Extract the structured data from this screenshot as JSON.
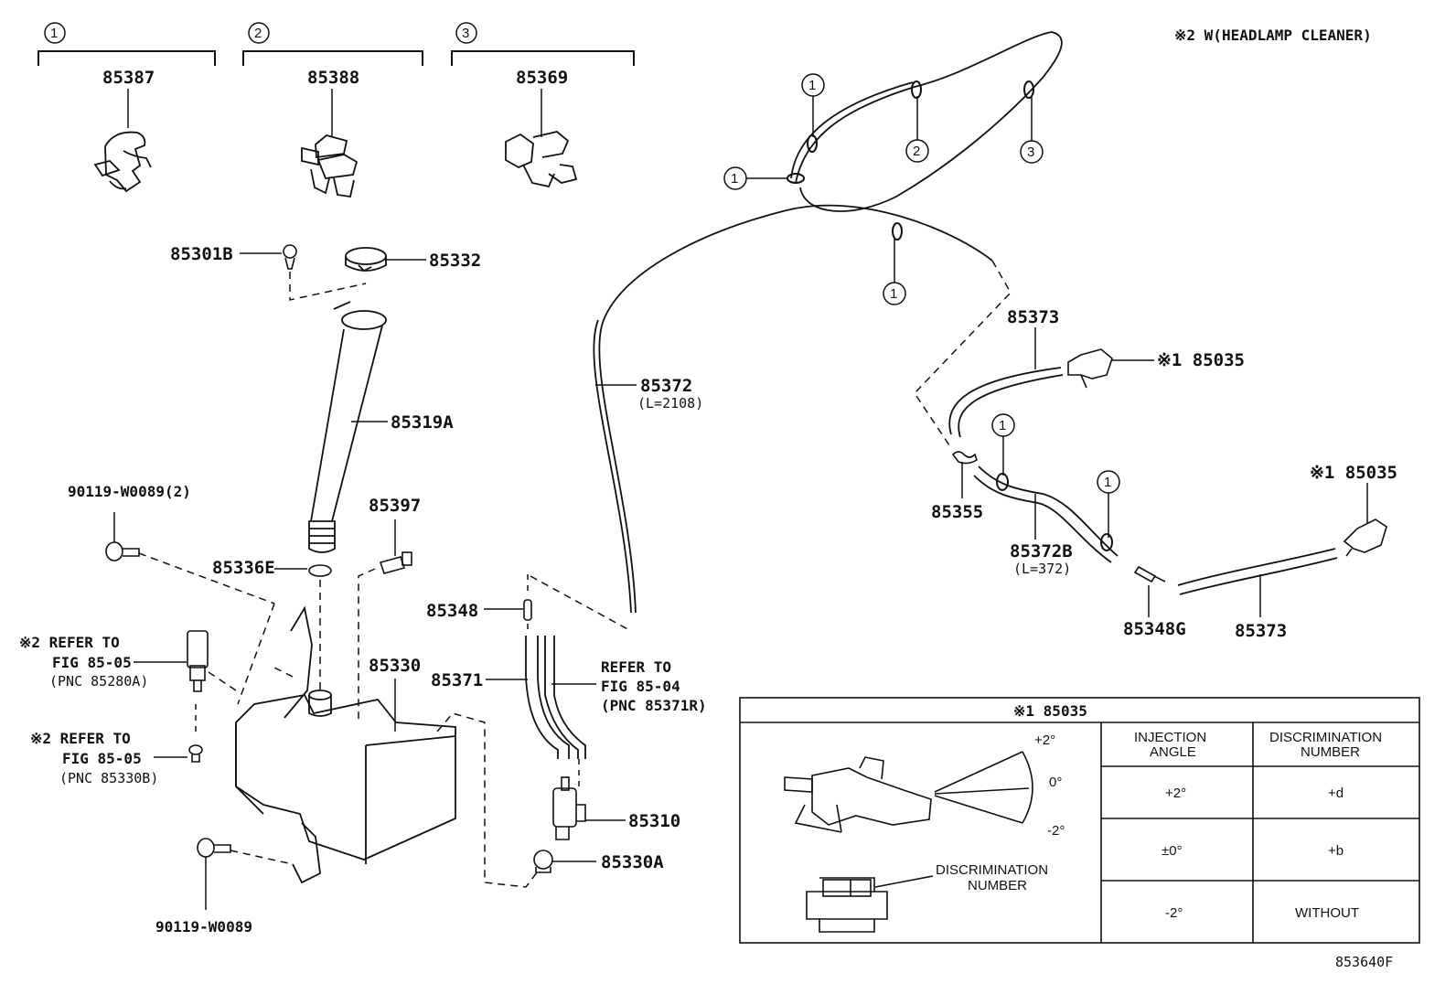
{
  "header_note": "※2 W(HEADLAMP CLEANER)",
  "figure_code": "853640F",
  "clip_groups": [
    {
      "index": "1",
      "part": "85387"
    },
    {
      "index": "2",
      "part": "85388"
    },
    {
      "index": "3",
      "part": "85369"
    }
  ],
  "part_labels": {
    "p85301B": "85301B",
    "p85332": "85332",
    "p85319A": "85319A",
    "p90119_2": "90119-W0089(2)",
    "p85397": "85397",
    "p85336E": "85336E",
    "p85330": "85330",
    "p85348": "85348",
    "p85371": "85371",
    "p85310": "85310",
    "p85330A": "85330A",
    "p90119": "90119-W0089",
    "p85372": "85372",
    "p85372_len": "(L=2108)",
    "p85373a": "85373",
    "p85035a": "※1 85035",
    "p85355": "85355",
    "p85372B": "85372B",
    "p85372B_len": "(L=372)",
    "p85035b": "※1 85035",
    "p85348G": "85348G",
    "p85373b": "85373"
  },
  "refer_notes": {
    "pump_1": "※2 REFER TO",
    "pump_2": "FIG 85-05",
    "pump_3": "(PNC 85280A)",
    "grommet_1": "※2 REFER TO",
    "grommet_2": "FIG 85-05",
    "grommet_3": "(PNC 85330B)",
    "hose_1": "REFER TO",
    "hose_2": "FIG 85-04",
    "hose_3": "(PNC 85371R)"
  },
  "callouts": [
    "1",
    "2",
    "3",
    "1",
    "1",
    "1",
    "1"
  ],
  "nozzle_table": {
    "title": "※1 85035",
    "angle_labels": [
      "+2°",
      "0°",
      "-2°"
    ],
    "disc_label_1": "DISCRIMINATION",
    "disc_label_2": "NUMBER",
    "col_headers": [
      [
        "INJECTION",
        "ANGLE"
      ],
      [
        "DISCRIMINATION",
        "NUMBER"
      ]
    ],
    "rows": [
      {
        "angle": "+2°",
        "number": "+d"
      },
      {
        "angle": "±0°",
        "number": "+b"
      },
      {
        "angle": "-2°",
        "number": "WITHOUT"
      }
    ]
  }
}
